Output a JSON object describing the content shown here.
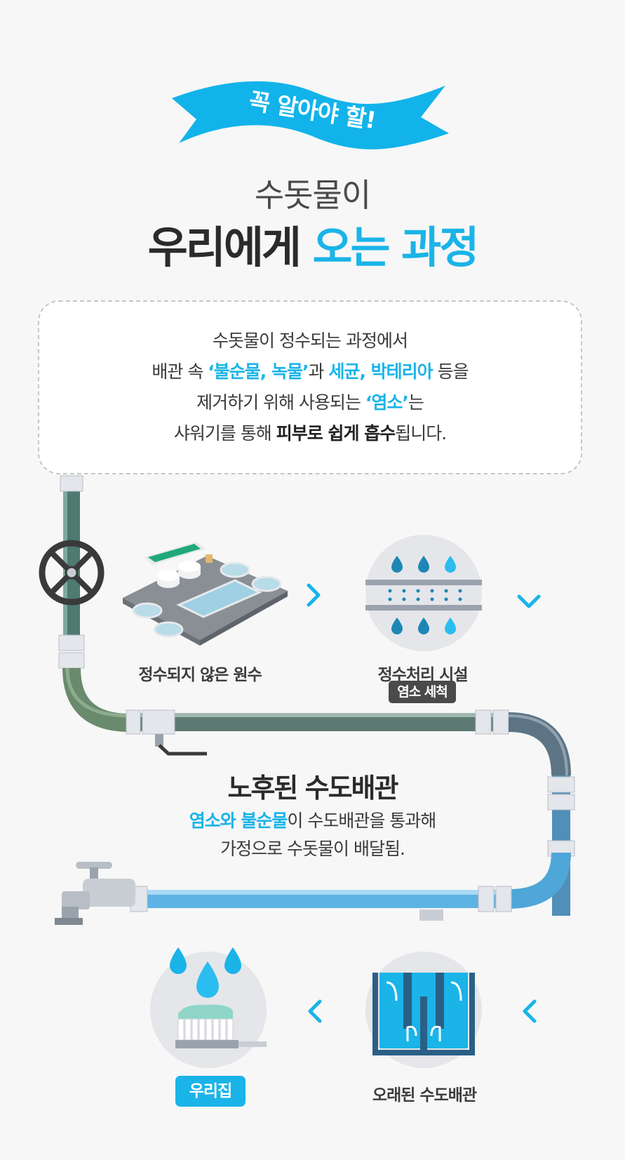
{
  "ribbon": {
    "text": "꼭 알아야 할!"
  },
  "title": {
    "line1": "수돗물이",
    "line2_plain": "우리에게 ",
    "line2_highlight": "오는 과정"
  },
  "info": {
    "line1": "수돗물이 정수되는 과정에서",
    "line2": {
      "a": "배관 속 ",
      "b": "‘불순물, 녹물’",
      "c": "과 ",
      "d": "세균, 박테리아",
      "e": " 등을"
    },
    "line3": {
      "a": "제거하기 위해 사용되는 ",
      "b": "‘염소’",
      "c": "는"
    },
    "line4": {
      "a": "샤워기를 통해 ",
      "b": "피부로 쉽게 흡수",
      "c": "됩니다."
    }
  },
  "steps": {
    "raw_water": "정수되지 않은 원수",
    "treatment": "정수처리 시설",
    "treatment_badge": "염소 세척",
    "old_pipe": "오래된 수도배관",
    "home": "우리집"
  },
  "pipe": {
    "title": "노후된 수도배관",
    "desc_hl1": "염소와 불순물",
    "desc_rest1": "이 수도배관을 통과해",
    "desc_line2": "가정으로 수돗물이  배달됨."
  },
  "colors": {
    "accent": "#1ab4e8",
    "dark_text": "#2b2b2b",
    "badge_dark": "#4a4a4a",
    "pipe_green": "#5f8a7a",
    "pipe_slate": "#5d7484",
    "pipe_blue": "#4fa6d8"
  },
  "icons": {
    "ribbon": "banner-ribbon",
    "valve": "valve-wheel",
    "plant": "water-treatment-plant",
    "filter": "filter-droplets",
    "old_pipe": "pipe-flow-arrows",
    "home": "toothbrush-water-drops",
    "faucet": "faucet",
    "chevron": "chevron"
  }
}
